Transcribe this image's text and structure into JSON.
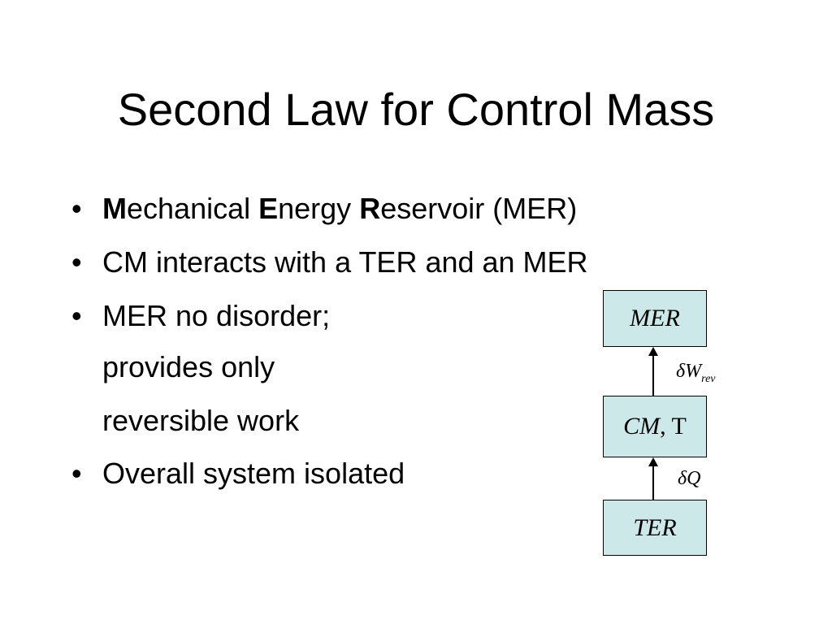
{
  "slide": {
    "title": "Second Law for Control Mass",
    "bullet_symbol": "•",
    "bullets": [
      {
        "parts": [
          {
            "bold": "M",
            "rest": "echanical "
          },
          {
            "bold": "E",
            "rest": "nergy "
          },
          {
            "bold": "R",
            "rest": "eservoir (MER)"
          }
        ]
      },
      {
        "text": "CM interacts with a TER and an MER"
      },
      {
        "text": "MER no disorder;",
        "continuation": [
          "provides only",
          "reversible work"
        ]
      },
      {
        "text": "Overall system isolated"
      }
    ]
  },
  "diagram": {
    "top_box": {
      "label": "MER"
    },
    "middle_box": {
      "label_italic": "CM",
      "label_rest": ", T"
    },
    "bottom_box": {
      "label": "TER"
    },
    "upper_flow": {
      "symbol": "δ",
      "main": "W",
      "sub": "rev"
    },
    "lower_flow": {
      "symbol": "δ",
      "main": "Q"
    },
    "box_fill": "#cce8e8"
  }
}
